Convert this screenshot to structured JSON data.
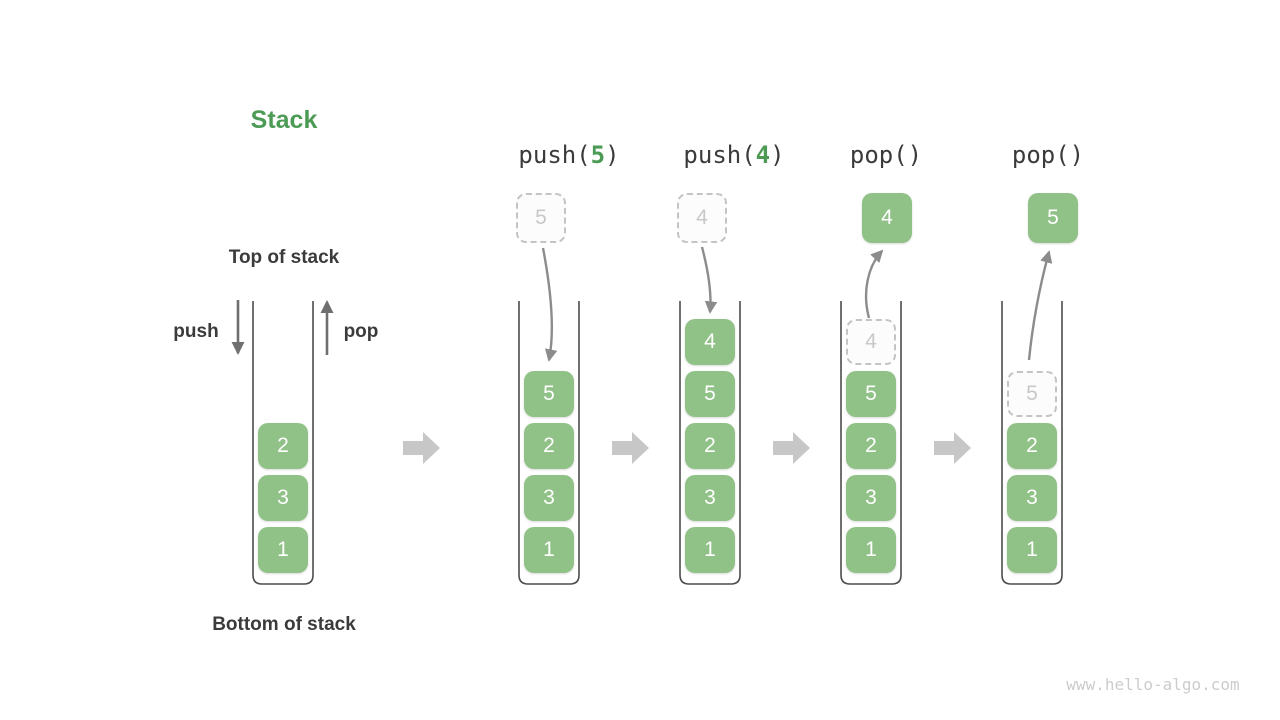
{
  "title": "Stack",
  "labels": {
    "top_of_stack": "Top of stack",
    "bottom_of_stack": "Bottom of stack",
    "push": "push",
    "pop": "pop"
  },
  "operations": [
    {
      "label": {
        "prefix": "push(",
        "arg": "5",
        "suffix": ")"
      },
      "floating_box": {
        "value": "5",
        "style": "dashed"
      },
      "arrow": "into-stack"
    },
    {
      "label": {
        "prefix": "push(",
        "arg": "4",
        "suffix": ")"
      },
      "floating_box": {
        "value": "4",
        "style": "dashed"
      },
      "arrow": "into-stack"
    },
    {
      "label": {
        "prefix": "pop(",
        "arg": "",
        "suffix": ")"
      },
      "floating_box": {
        "value": "4",
        "style": "solid"
      },
      "arrow": "out-of-stack"
    },
    {
      "label": {
        "prefix": "pop(",
        "arg": "",
        "suffix": ")"
      },
      "floating_box": {
        "value": "5",
        "style": "solid"
      },
      "arrow": "out-of-stack"
    }
  ],
  "stacks": [
    {
      "elements_bottom_to_top": [
        "1",
        "3",
        "2"
      ],
      "ghost": null
    },
    {
      "elements_bottom_to_top": [
        "1",
        "3",
        "2",
        "5"
      ],
      "ghost": null
    },
    {
      "elements_bottom_to_top": [
        "1",
        "3",
        "2",
        "5",
        "4"
      ],
      "ghost": null
    },
    {
      "elements_bottom_to_top": [
        "1",
        "3",
        "2",
        "5"
      ],
      "ghost": {
        "value": "4"
      }
    },
    {
      "elements_bottom_to_top": [
        "1",
        "3",
        "2"
      ],
      "ghost": {
        "value": "5"
      }
    }
  ],
  "watermark": "www.hello-algo.com",
  "colors": {
    "element_green": "#90C287",
    "accent_green": "#4C9B55",
    "text_dark": "#3B3B3B",
    "arrow_gray": "#8C8C8C",
    "push_pop_arrow": "#6F6F6F",
    "block_arrow_gray": "#C7C7C7",
    "ghost_border": "#C4C4C4",
    "ghost_bg": "#FCFCFC",
    "ghost_text": "#C8C8C8",
    "wall_color": "#4D4D4D",
    "watermark_color": "#CCCCCC"
  }
}
